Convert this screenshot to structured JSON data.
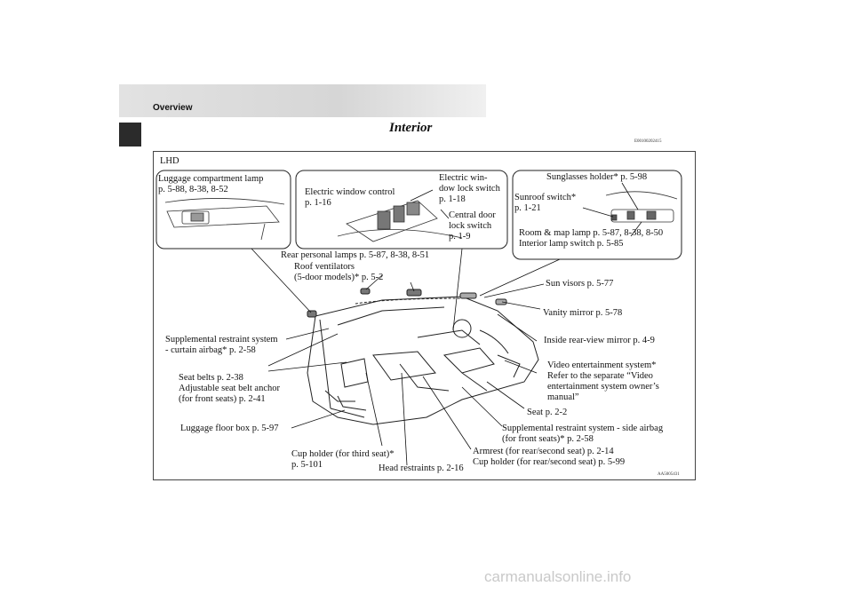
{
  "header": {
    "section": "Overview",
    "title": "Interior",
    "code": "E00100202415"
  },
  "figure": {
    "variant": "LHD",
    "figure_id": "AA5005431",
    "callouts": {
      "luggage_lamp": "Luggage compartment lamp\np. 5-88, 8-38, 8-52",
      "window_control": "Electric window control\np. 1-16",
      "window_lock": "Electric win-\ndow lock switch\np. 1-18",
      "central_lock": "Central door\nlock switch\np. 1-9",
      "sunglasses": "Sunglasses holder* p. 5-98",
      "sunroof": "Sunroof switch*\np. 1-21",
      "room_lamp": "Room & map lamp p. 5-87, 8-38, 8-50\nInterior lamp switch p. 5-85",
      "rear_lamps": "Rear personal lamps p. 5-87, 8-38, 8-51",
      "roof_vent": "Roof ventilators\n(5-door models)* p. 5-2",
      "sun_visors": "Sun visors p. 5-77",
      "vanity": "Vanity mirror p. 5-78",
      "curtain_airbag": "Supplemental restraint system\n- curtain airbag* p. 2-58",
      "rearview": "Inside rear-view mirror p. 4-9",
      "seat_belts": "Seat belts p. 2-38\nAdjustable seat belt anchor\n(for front seats) p. 2-41",
      "video": "Video entertainment system*\nRefer to the separate “Video\nentertainment system owner’s\nmanual”",
      "seat": "Seat p. 2-2",
      "floor_box": "Luggage floor box p. 5-97",
      "side_airbag": "Supplemental restraint system - side airbag\n(for front seats)* p. 2-58",
      "cup_third": "Cup holder (for third seat)*\np. 5-101",
      "armrest": "Armrest (for rear/second seat) p. 2-14\nCup holder (for rear/second seat) p. 5-99",
      "head_restraints": "Head restraints p. 2-16"
    }
  },
  "watermark": "carmanualsonline.info"
}
